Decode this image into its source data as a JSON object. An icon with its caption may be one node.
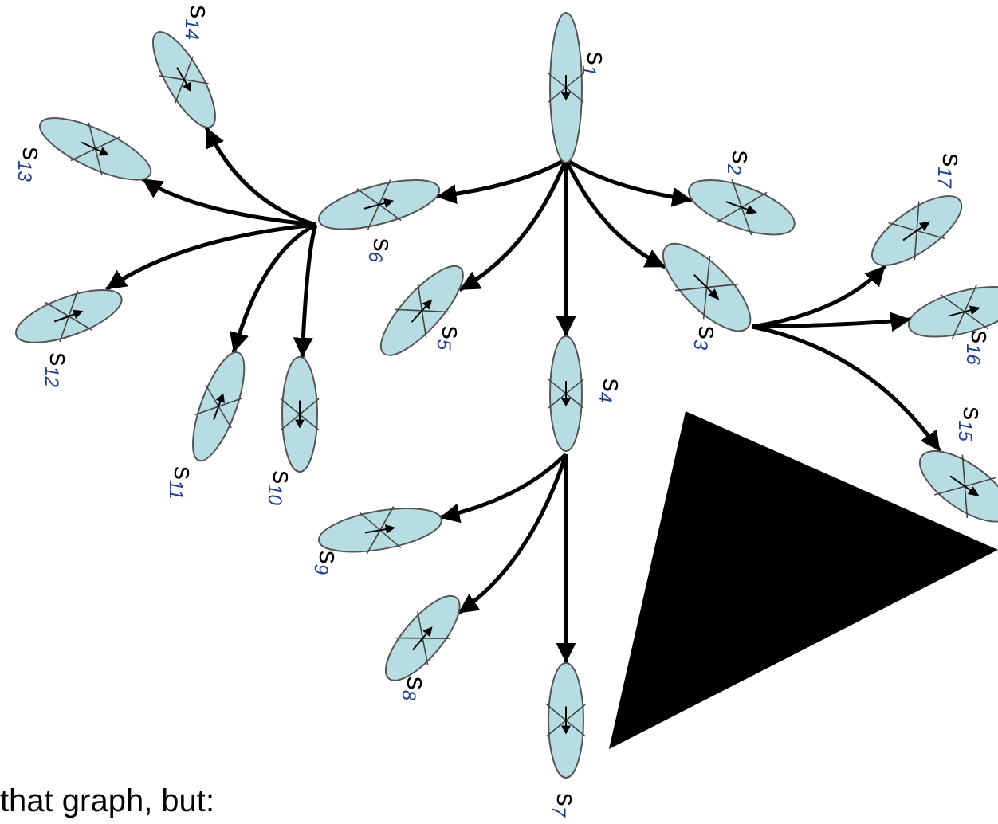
{
  "diagram": {
    "nodes": [
      {
        "text": [],
        "shape": "ellipse",
        "beside": [
          "s$_{1}$"
        ]
      },
      {
        "text": [],
        "shape": "ellipse",
        "beside": [
          "s$_{2}$"
        ]
      },
      {
        "text": [],
        "shape": "ellipse",
        "beside": [
          "s$_{3}$"
        ]
      },
      {
        "text": [],
        "shape": "ellipse",
        "beside": [
          "s$_{4}$"
        ]
      },
      {
        "text": [],
        "shape": "ellipse",
        "beside": [
          "s$_{5}$"
        ]
      },
      {
        "text": [],
        "shape": "ellipse",
        "beside": [
          "s$_{6}$"
        ]
      },
      {
        "text": [],
        "shape": "ellipse",
        "beside": [
          "s$_{7}$"
        ]
      },
      {
        "text": [],
        "shape": "ellipse",
        "beside": [
          "s$_{8}$"
        ]
      },
      {
        "text": [],
        "shape": "ellipse",
        "beside": [
          "s$_{9}$"
        ]
      },
      {
        "text": [],
        "shape": "ellipse",
        "beside": [
          "s$_{10}$"
        ]
      },
      {
        "text": [],
        "shape": "ellipse",
        "beside": [
          "s$_{11}$"
        ]
      },
      {
        "text": [],
        "shape": "ellipse",
        "beside": [
          "s$_{12}$"
        ]
      },
      {
        "text": [],
        "shape": "ellipse",
        "beside": [
          "s$_{13}$"
        ]
      },
      {
        "text": [],
        "shape": "ellipse",
        "beside": [
          "s$_{14}$"
        ]
      },
      {
        "text": [],
        "shape": "ellipse",
        "beside": [
          "s$_{15}$"
        ]
      },
      {
        "text": [],
        "shape": "ellipse",
        "beside": [
          "s$_{16}$"
        ]
      },
      {
        "text": [],
        "shape": "ellipse",
        "beside": [
          "s$_{17}$"
        ]
      }
    ],
    "edges": [
      {
        "from": 0,
        "to": 1,
        "arrow": "to"
      },
      {
        "from": 0,
        "to": 2,
        "arrow": "to"
      },
      {
        "from": 0,
        "to": 3,
        "arrow": "to"
      },
      {
        "from": 0,
        "to": 4,
        "arrow": "to"
      },
      {
        "from": 0,
        "to": 5,
        "arrow": "to"
      },
      {
        "from": 5,
        "to": 13,
        "arrow": "to"
      },
      {
        "from": 5,
        "to": 12,
        "arrow": "to"
      },
      {
        "from": 5,
        "to": 11,
        "arrow": "to"
      },
      {
        "from": 5,
        "to": 10,
        "arrow": "to"
      },
      {
        "from": 5,
        "to": 9,
        "arrow": "to"
      },
      {
        "from": 3,
        "to": 8,
        "arrow": "to"
      },
      {
        "from": 3,
        "to": 7,
        "arrow": "to"
      },
      {
        "from": 3,
        "to": 6,
        "arrow": "to"
      },
      {
        "from": 2,
        "to": 16,
        "arrow": "to"
      },
      {
        "from": 2,
        "to": 15,
        "arrow": "to"
      },
      {
        "from": 2,
        "to": 14,
        "arrow": "to"
      }
    ],
    "labels": [
      "that graph, but:"
    ]
  }
}
